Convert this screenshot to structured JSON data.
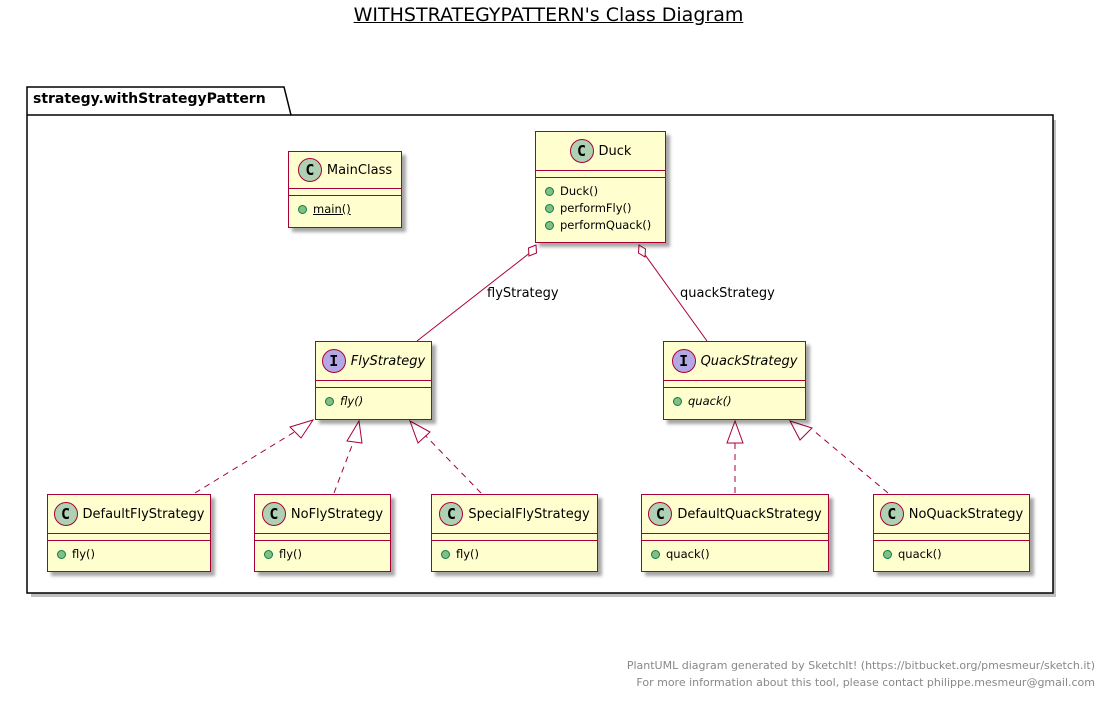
{
  "title": "WITHSTRATEGYPATTERN's Class Diagram",
  "package": {
    "name": "strategy.withStrategyPattern"
  },
  "classes": {
    "main": {
      "stereo": "C",
      "name": "MainClass",
      "methods": [
        "main()"
      ]
    },
    "duck": {
      "stereo": "C",
      "name": "Duck",
      "methods": [
        "Duck()",
        "performFly()",
        "performQuack()"
      ]
    },
    "fly_strategy": {
      "stereo": "I",
      "name": "FlyStrategy",
      "methods": [
        "fly()"
      ]
    },
    "quack_strategy": {
      "stereo": "I",
      "name": "QuackStrategy",
      "methods": [
        "quack()"
      ]
    },
    "default_fly": {
      "stereo": "C",
      "name": "DefaultFlyStrategy",
      "methods": [
        "fly()"
      ]
    },
    "no_fly": {
      "stereo": "C",
      "name": "NoFlyStrategy",
      "methods": [
        "fly()"
      ]
    },
    "special_fly": {
      "stereo": "C",
      "name": "SpecialFlyStrategy",
      "methods": [
        "fly()"
      ]
    },
    "default_quack": {
      "stereo": "C",
      "name": "DefaultQuackStrategy",
      "methods": [
        "quack()"
      ]
    },
    "no_quack": {
      "stereo": "C",
      "name": "NoQuackStrategy",
      "methods": [
        "quack()"
      ]
    }
  },
  "associations": {
    "fly": "flyStrategy",
    "quack": "quackStrategy"
  },
  "footer": {
    "line1": "PlantUML diagram generated by SketchIt! (https://bitbucket.org/pmesmeur/sketch.it)",
    "line2": "For more information about this tool, please contact philippe.mesmeur@gmail.com"
  },
  "colors": {
    "border": "#a80036",
    "class_fill": "#fefece",
    "class_circle": "#add1b2",
    "interface_circle": "#b4a7e5",
    "method_dot": "#84be84"
  }
}
